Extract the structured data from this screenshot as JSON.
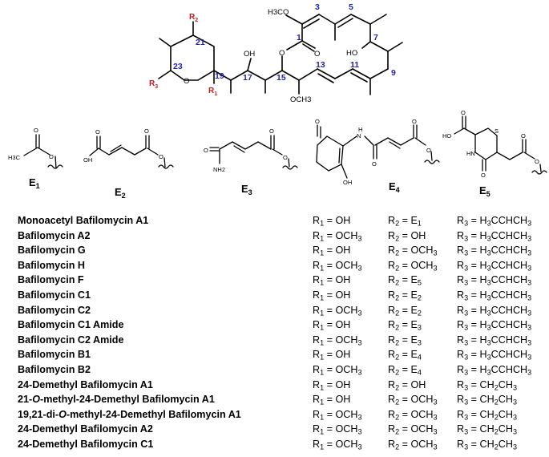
{
  "core": {
    "atoms": {
      "methoxy_ester": "H3CO",
      "hydroxyl_17": "OH",
      "hydroxyl_7": "HO",
      "ring_oxygen": "O",
      "ester_oxygen": "O",
      "carbonyl_oxygen": "O",
      "methoxy_14": "OCH3"
    },
    "positions": [
      "1",
      "3",
      "5",
      "7",
      "9",
      "11",
      "13",
      "15",
      "17",
      "19",
      "21",
      "23"
    ],
    "r_groups": [
      "R1",
      "R2",
      "R3"
    ]
  },
  "substituents": [
    {
      "label": "E",
      "index": "1"
    },
    {
      "label": "E",
      "index": "2"
    },
    {
      "label": "E",
      "index": "3"
    },
    {
      "label": "E",
      "index": "4"
    },
    {
      "label": "E",
      "index": "5"
    }
  ],
  "substituent_atoms": {
    "e1": [
      "O",
      "O",
      "H3C"
    ],
    "e2": [
      "OH",
      "O",
      "O",
      "O"
    ],
    "e3": [
      "O",
      "NH2",
      "O",
      "O"
    ],
    "e4": [
      "O",
      "N",
      "H",
      "O",
      "O",
      "OH"
    ],
    "e5": [
      "O",
      "HO",
      "S",
      "HN",
      "O",
      "O",
      "O"
    ]
  },
  "compounds": [
    {
      "name": "Monoacetyl Bafilomycin A1",
      "r1": "OH",
      "r2": "E_1",
      "r3": "H_3CCHCH_3"
    },
    {
      "name": "Bafilomycin A2",
      "r1": "OCH_3",
      "r2": "OH",
      "r3": "H_3CCHCH_3"
    },
    {
      "name": "Bafilomycin G",
      "r1": "OH",
      "r2": "OCH_3",
      "r3": "H_3CCHCH_3"
    },
    {
      "name": "Bafilomycin H",
      "r1": "OCH_3",
      "r2": "OCH_3",
      "r3": "H_3CCHCH_3"
    },
    {
      "name": "Bafilomycin F",
      "r1": "OH",
      "r2": "E_5",
      "r3": "H_3CCHCH_3"
    },
    {
      "name": "Bafilomycin C1",
      "r1": "OH",
      "r2": "E_2",
      "r3": "H_3CCHCH_3"
    },
    {
      "name": "Bafilomycin C2",
      "r1": "OCH_3",
      "r2": "E_2",
      "r3": "H_3CCHCH_3"
    },
    {
      "name": "Bafilomycin C1 Amide",
      "r1": "OH",
      "r2": "E_3",
      "r3": "H_3CCHCH_3"
    },
    {
      "name": "Bafilomycin C2 Amide",
      "r1": "OCH_3",
      "r2": "E_3",
      "r3": "H_3CCHCH_3"
    },
    {
      "name": "Bafilomycin B1",
      "r1": "OH",
      "r2": "E_4",
      "r3": "H_3CCHCH_3"
    },
    {
      "name": "Bafilomycin B2",
      "r1": "OCH_3",
      "r2": "E_4",
      "r3": "H_3CCHCH_3"
    },
    {
      "name": "24-Demethyl Bafilomycin A1",
      "r1": "OH",
      "r2": "OH",
      "r3": "CH_2CH_3"
    },
    {
      "name": "21-/O/-methyl-24-Demethyl Bafilomycin A1",
      "r1": "OH",
      "r2": "OCH_3",
      "r3": "CH_2CH_3"
    },
    {
      "name": "19,21-di-/O/-methyl-24-Demethyl Bafilomycin A1",
      "r1": "OCH_3",
      "r2": "OCH_3",
      "r3": "CH_2CH_3"
    },
    {
      "name": "24-Demethyl Bafilomycin A2",
      "r1": "OCH_3",
      "r2": "OCH_3",
      "r3": "CH_2CH_3"
    },
    {
      "name": "24-Demethyl Bafilomycin C1",
      "r1": "OCH_3",
      "r2": "OCH_3",
      "r3": "CH_2CH_3"
    }
  ],
  "colors": {
    "position_numbers": "#2323b0",
    "r_group_labels": "#c41a1a",
    "text": "#000000"
  }
}
